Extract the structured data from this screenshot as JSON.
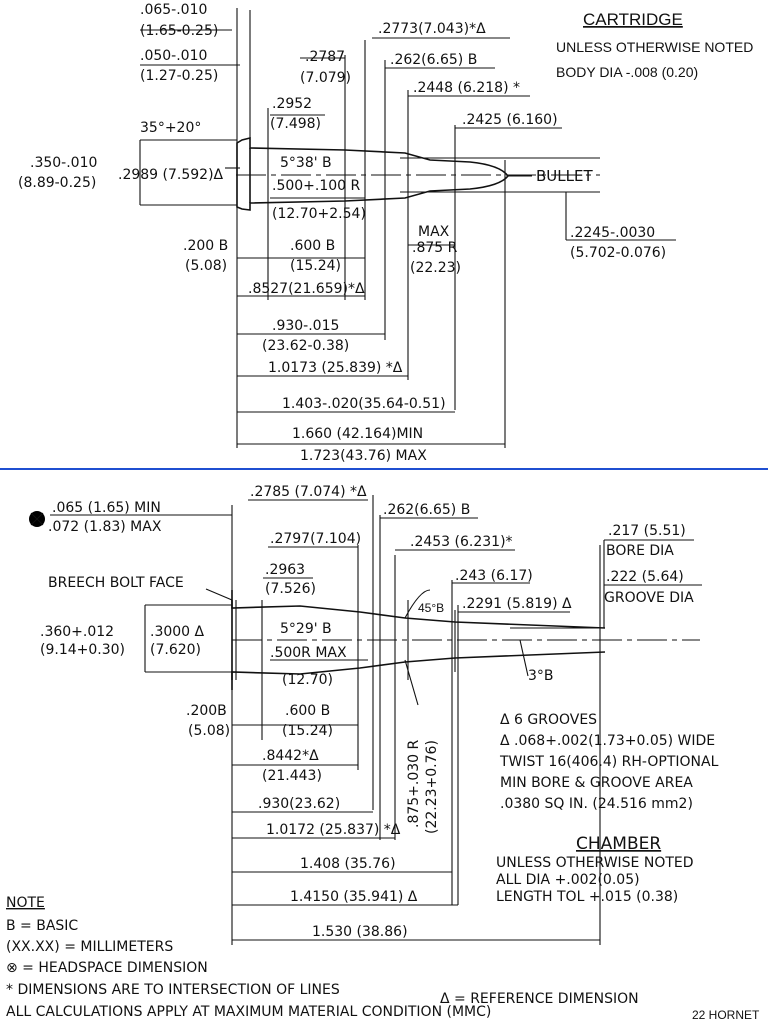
{
  "cartridge": {
    "title": "CARTRIDGE",
    "note_1": "UNLESS OTHERWISE NOTED",
    "note_2": "BODY DIA -.008 (0.20)",
    "dims": {
      "rim_thick_a": ".065-.010",
      "rim_thick_b": "(1.65-0.25)",
      "rim_bevel_a": ".050-.010",
      "rim_bevel_b": "(1.27-0.25)",
      "neck_len_a": ".2773(7.043)*Δ",
      "base_dia_a": ".2787",
      "base_dia_b": "(7.079)",
      "neck_b": ".262(6.65) B",
      "shoulder_dia": ".2448 (6.218) *",
      "head_dia_a": ".2952",
      "head_dia_b": "(7.498)",
      "neck_dia": ".2425 (6.160)",
      "bevel_angle": "35°+20°",
      "rim_dia_a": ".350-.010",
      "rim_dia_b": "(8.89-0.25)",
      "rim_dia_c": ".2989 (7.592)Δ",
      "taper": "5°38' B",
      "radius_a": ".500+.100 R",
      "radius_b": "(12.70+2.54)",
      "bullet": "BULLET",
      "bullet_dia_a": ".2245-.0030",
      "bullet_dia_b": "(5.702-0.076)",
      "base_len_a": ".200 B",
      "base_len_b": "(5.08)",
      "body_len_a": ".600 B",
      "body_len_b": "(15.24)",
      "ogive_a": "MAX",
      "ogive_b": ".875 R",
      "ogive_c": "(22.23)",
      "shoulder_len": ".8527(21.659)*Δ",
      "case_len_a": ".930-.015",
      "case_len_b": "(23.62-0.38)",
      "neck_pos": "1.0173 (25.839) *Δ",
      "col_len": "1.403-.020(35.64-0.51)",
      "oal_min": "1.660 (42.164)MIN",
      "oal_max": "1.723(43.76) MAX"
    }
  },
  "chamber": {
    "title": "CHAMBER",
    "note_1": "UNLESS OTHERWISE NOTED",
    "note_2": "ALL DIA +.002(0.05)",
    "note_3": "LENGTH TOL +.015 (0.38)",
    "grooves": [
      "Δ 6 GROOVES",
      "Δ .068+.002(1.73+0.05) WIDE",
      "TWIST 16(406.4) RH-OPTIONAL",
      "MIN BORE & GROOVE AREA",
      ".0380 SQ IN. (24.516 mm2)"
    ],
    "dims": {
      "headspace_a": ".065 (1.65) MIN",
      "headspace_b": ".072 (1.83) MAX",
      "neck_pos_a": ".2785 (7.074) *Δ",
      "neck_b": ".262(6.65) B",
      "base_dia_a": ".2797(7.104)",
      "shoulder_dia": ".2453 (6.231)*",
      "bore_a": ".217 (5.51)",
      "bore_b": "BORE DIA",
      "groove_a": ".222 (5.64)",
      "groove_b": "GROOVE DIA",
      "breech": "BREECH BOLT FACE",
      "head_dia_a": ".2963",
      "head_dia_b": "(7.526)",
      "neck_dia": ".243 (6.17)",
      "throat": ".2291 (5.819) Δ",
      "angle_45": "45°B",
      "rim_dia_a": ".360+.012",
      "rim_dia_b": "(9.14+0.30)",
      "rim_dia_c": ".3000 Δ",
      "rim_dia_d": "(7.620)",
      "taper": "5°29' B",
      "radius_a": ".500R MAX",
      "radius_b": "(12.70)",
      "angle_3": "3°B",
      "base_len_a": ".200B",
      "base_len_b": "(5.08)",
      "body_len_a": ".600 B",
      "body_len_b": "(15.24)",
      "shoulder_len_a": ".8442*Δ",
      "shoulder_len_b": "(21.443)",
      "ogive": ".875+.030 R",
      "ogive_mm": "(22.23+0.76)",
      "case_len": ".930(23.62)",
      "neck_pos": "1.0172 (25.837) *Δ",
      "throat_len": "1.408 (35.76)",
      "leade_len": "1.4150 (35.941) Δ",
      "total_len": "1.530 (38.86)"
    }
  },
  "notes": {
    "header": "NOTE",
    "items": [
      "B = BASIC",
      "(XX.XX) = MILLIMETERS",
      "⊗ = HEADSPACE DIMENSION",
      "* DIMENSIONS ARE TO INTERSECTION OF LINES",
      "ALL CALCULATIONS APPLY AT MAXIMUM MATERIAL CONDITION (MMC)"
    ],
    "ref": "Δ = REFERENCE DIMENSION"
  },
  "footer": "22 HORNET",
  "colors": {
    "divider": "#1f4fd1",
    "ink": "#111111"
  }
}
